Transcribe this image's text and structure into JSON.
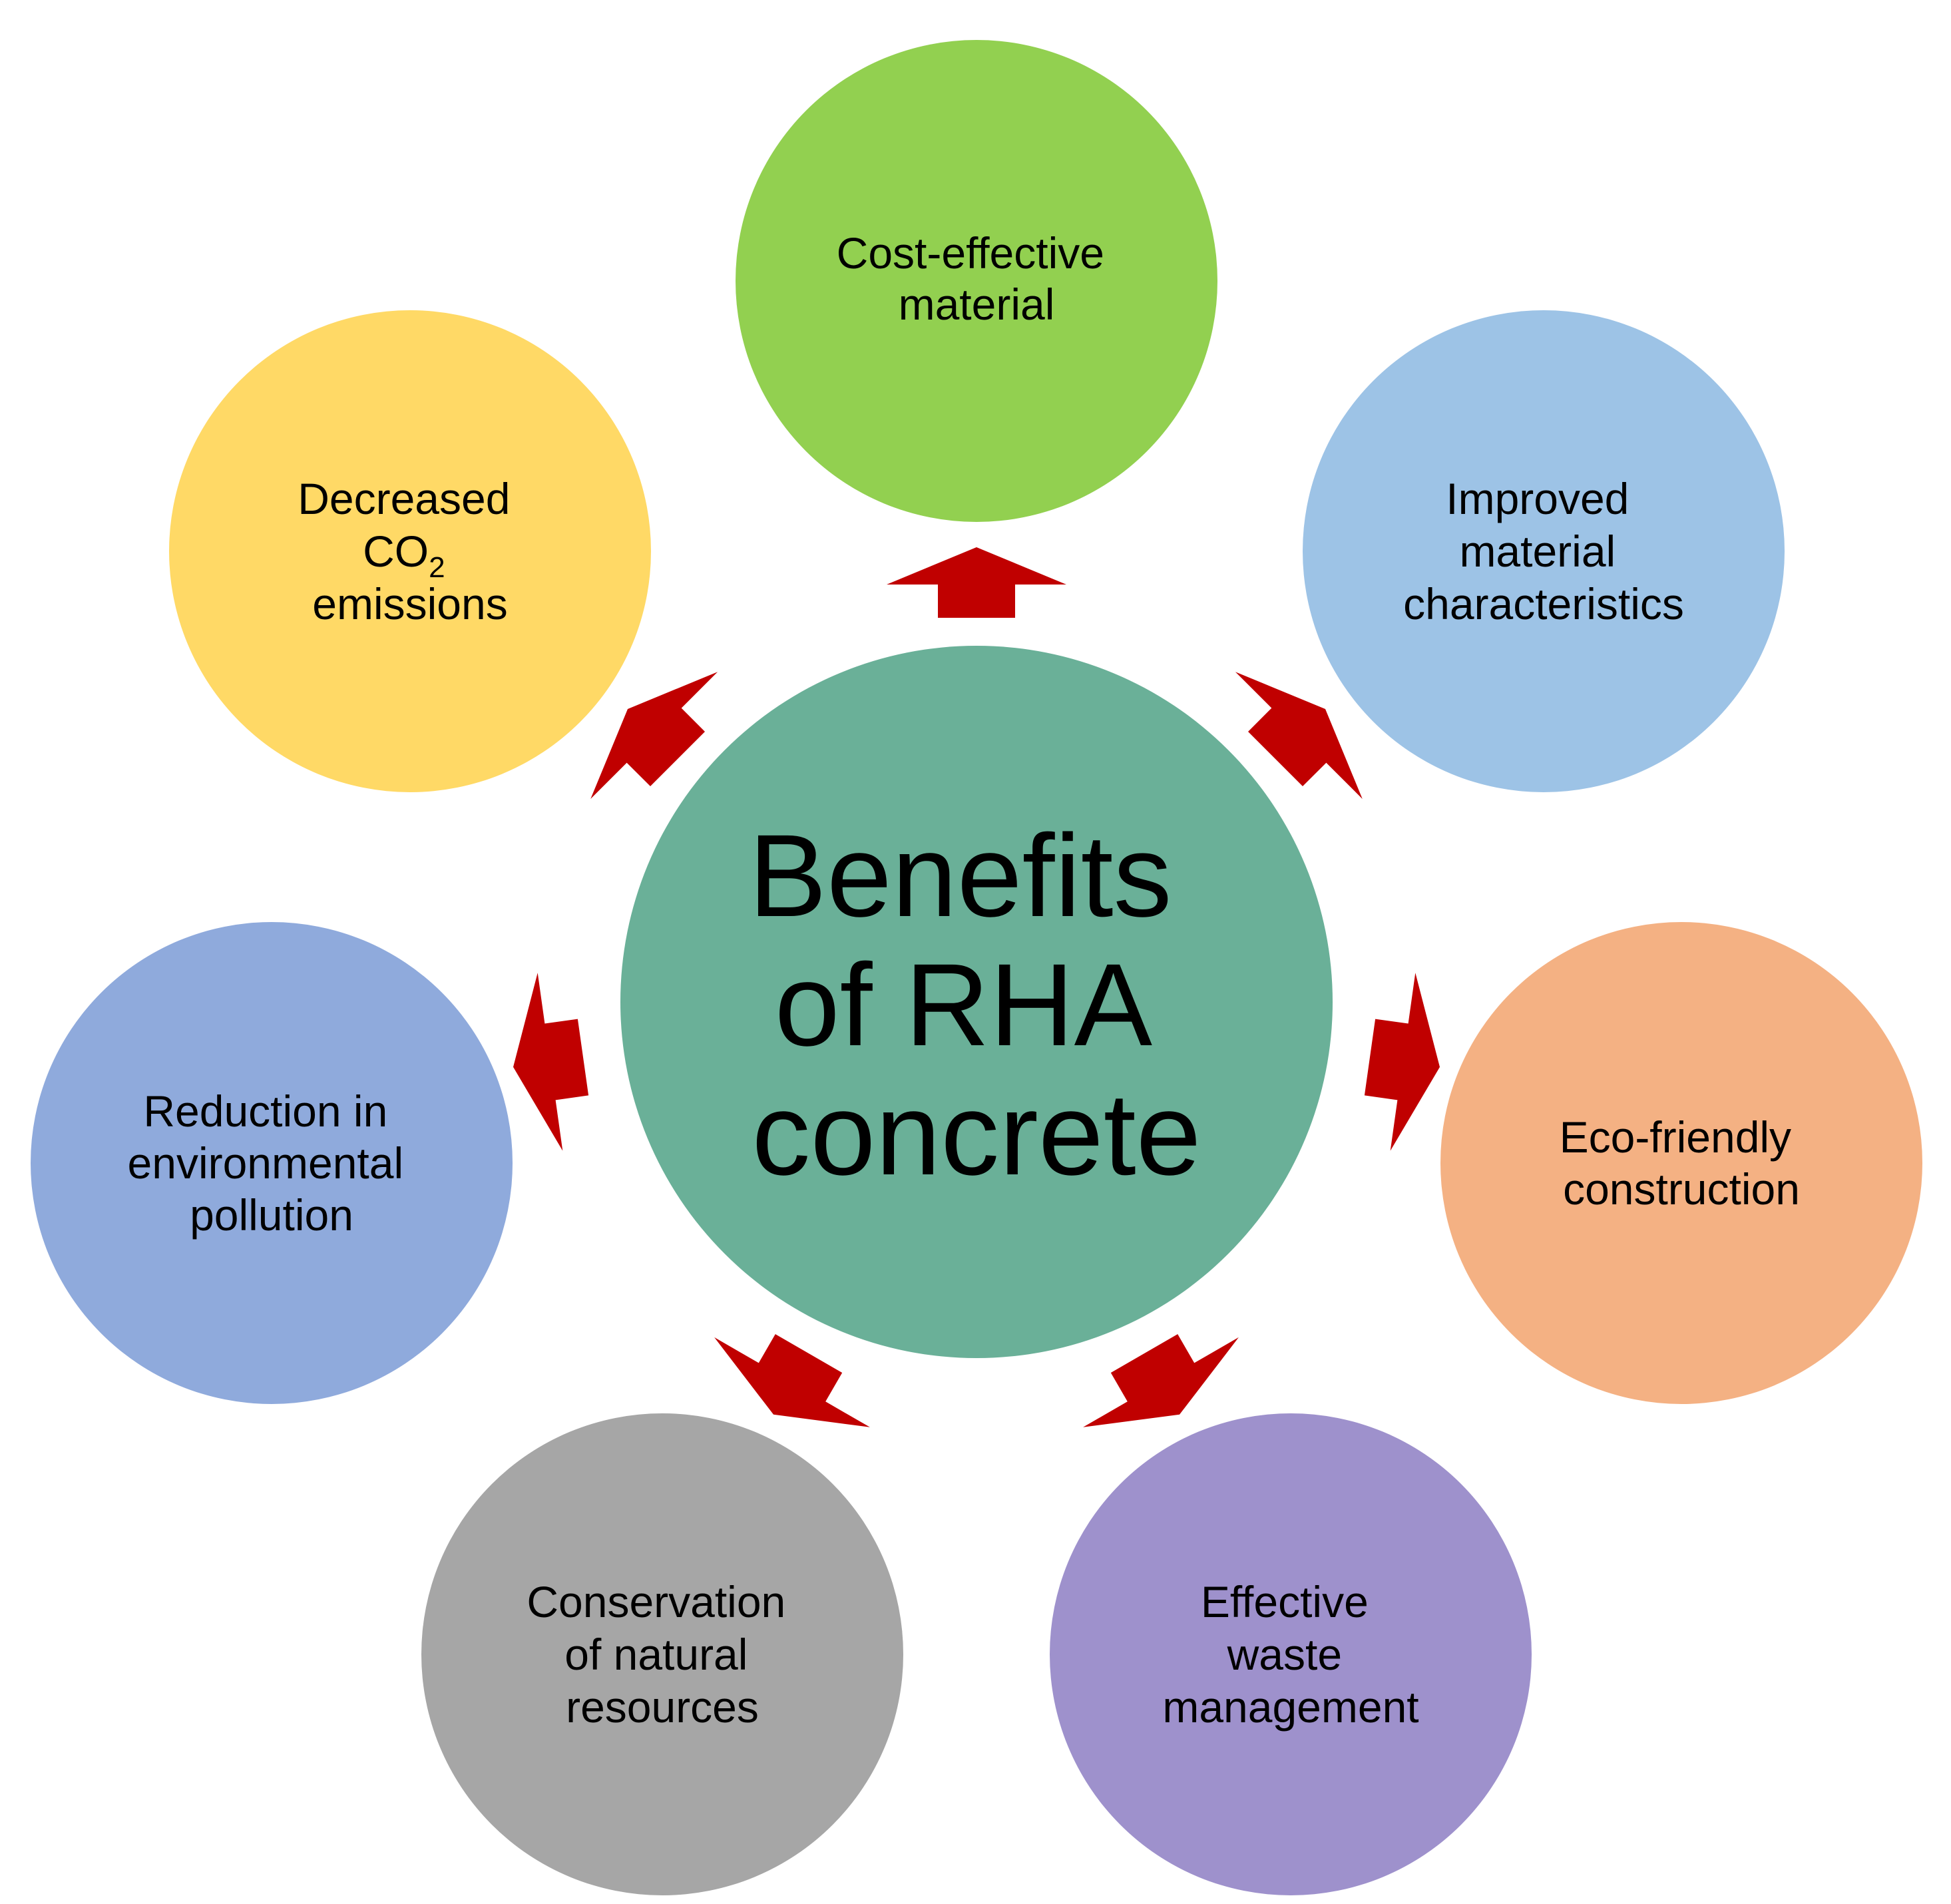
{
  "center": {
    "lines": [
      "Benefits",
      "of RHA",
      "concrete"
    ],
    "color": "#6AB098"
  },
  "arrow_color": "#C00000",
  "nodes": [
    {
      "id": "cost-effective",
      "lines": [
        "Cost-effective",
        "material"
      ],
      "color": "#92D050"
    },
    {
      "id": "improved-material",
      "lines": [
        "Improved",
        "material",
        "characteristics"
      ],
      "color": "#9DC3E6"
    },
    {
      "id": "eco-friendly",
      "lines": [
        "Eco-friendly",
        "construction"
      ],
      "color": "#F4B183"
    },
    {
      "id": "effective-waste",
      "lines": [
        "Effective",
        "waste",
        "management"
      ],
      "color": "#9E91CC"
    },
    {
      "id": "conservation",
      "lines": [
        "Conservation",
        "of natural",
        "resources"
      ],
      "color": "#A6A6A6"
    },
    {
      "id": "reduction-pollution",
      "lines": [
        "Reduction in",
        "environmental",
        "pollution"
      ],
      "color": "#8FAADC"
    },
    {
      "id": "decreased-co2",
      "lines": [
        "Decreased",
        "CO",
        "emissions"
      ],
      "subscript": "2",
      "color": "#FFD966"
    }
  ]
}
